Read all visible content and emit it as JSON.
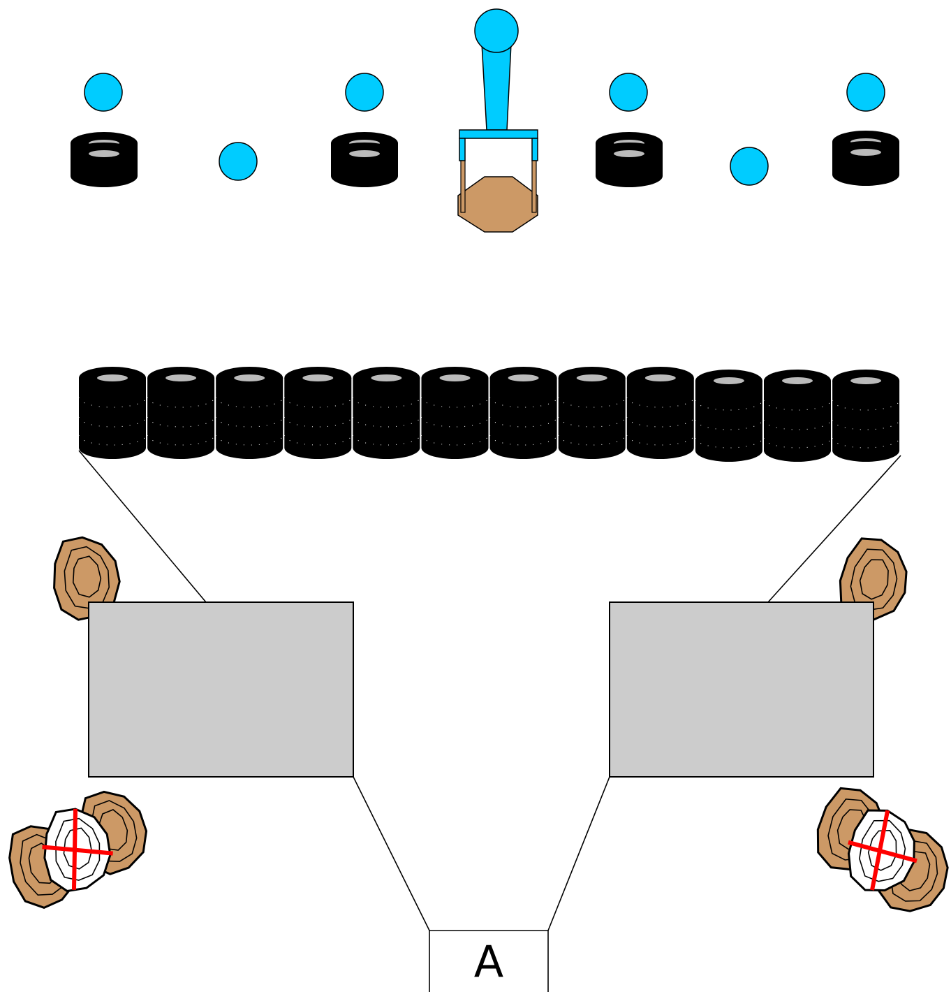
{
  "start_box": {
    "label": "A"
  },
  "colors": {
    "popper": "#00ccff",
    "tire": "#000000",
    "tire_hole": "#bbbbbb",
    "target": "#cc9966",
    "no_shoot": "#ffffff",
    "no_shoot_cross": "#ff0000",
    "barricade": "#cccccc",
    "fault_line": "#000000"
  },
  "icons": {
    "popper": "steel-popper-icon",
    "plate": "steel-plate-icon",
    "tire": "tire-stack-icon",
    "target": "paper-target-icon",
    "no_shoot": "no-shoot-target-icon",
    "mover": "swinger-target-icon"
  },
  "counts": {
    "top_steel_plates": 7,
    "top_tire_stacks": 4,
    "tire_wall_stacks": 12,
    "paper_targets": 6,
    "no_shoot_targets": 2,
    "barricades": 2
  }
}
